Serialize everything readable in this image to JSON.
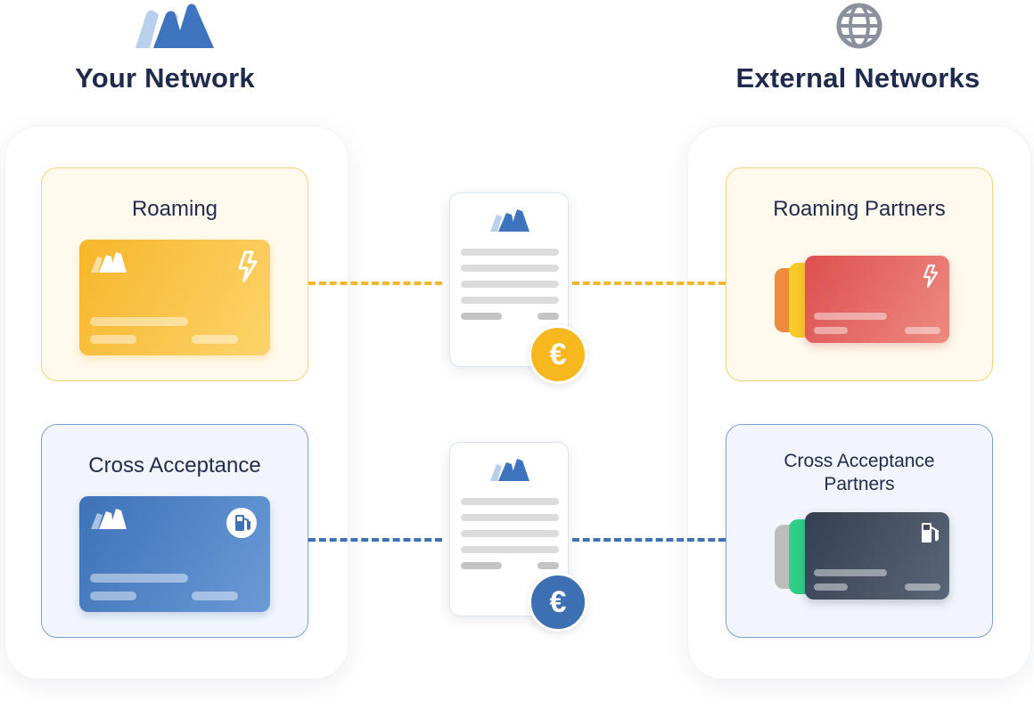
{
  "left_column": {
    "title": "Your Network",
    "boxes": {
      "roaming": {
        "title": "Roaming"
      },
      "cross_acceptance": {
        "title": "Cross Acceptance"
      }
    }
  },
  "right_column": {
    "title": "External Networks",
    "boxes": {
      "roaming_partners": {
        "title": "Roaming Partners"
      },
      "cross_acceptance_partners": {
        "title_line1": "Cross Acceptance",
        "title_line2": "Partners"
      }
    }
  },
  "invoices": {
    "top": {
      "currency_symbol": "€"
    },
    "bottom": {
      "currency_symbol": "€"
    }
  },
  "icons": {
    "brand_logo": "brand-logo-icon",
    "globe": "globe-icon",
    "lightning": "lightning-icon",
    "fuel_pump": "fuel-pump-icon"
  },
  "colors": {
    "navy_text": "#1f2a4d",
    "yellow_accent": "#f2b72c",
    "blue_accent": "#3f72b5",
    "red_card": "#e05b5b",
    "dark_card": "#3f4a5c",
    "green_card": "#2fcf87",
    "orange_card": "#f08a3c"
  }
}
